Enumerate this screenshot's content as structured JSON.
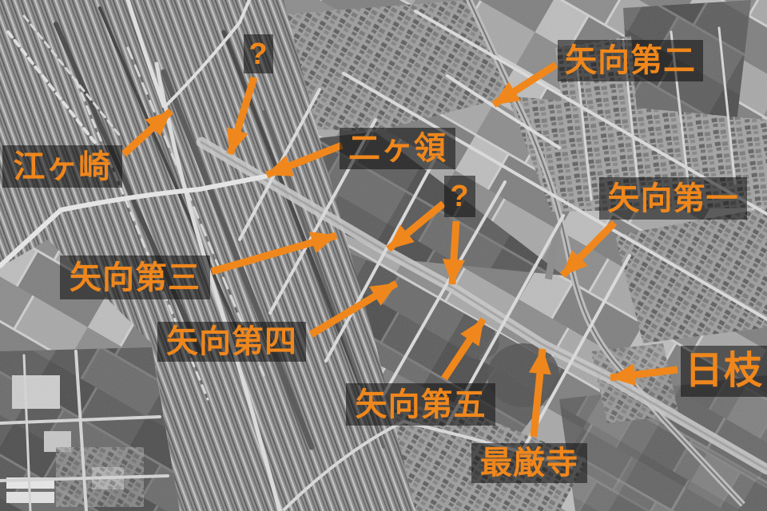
{
  "map": {
    "colors": {
      "accent": "#F0871C",
      "label_bg": "rgba(12,12,12,0.55)"
    }
  },
  "labels": [
    {
      "id": "egasaki",
      "text": "江ヶ崎"
    },
    {
      "id": "question-1",
      "text": "?"
    },
    {
      "id": "nikaryo",
      "text": "二ヶ領"
    },
    {
      "id": "yako-daini",
      "text": "矢向第二"
    },
    {
      "id": "yako-daiichi",
      "text": "矢向第一"
    },
    {
      "id": "question-2",
      "text": "?"
    },
    {
      "id": "yako-daisan",
      "text": "矢向第三"
    },
    {
      "id": "yako-daiyon",
      "text": "矢向第四"
    },
    {
      "id": "yako-daigo",
      "text": "矢向第五"
    },
    {
      "id": "saiganji",
      "text": "最厳寺"
    },
    {
      "id": "hie",
      "text": "日枝"
    }
  ]
}
